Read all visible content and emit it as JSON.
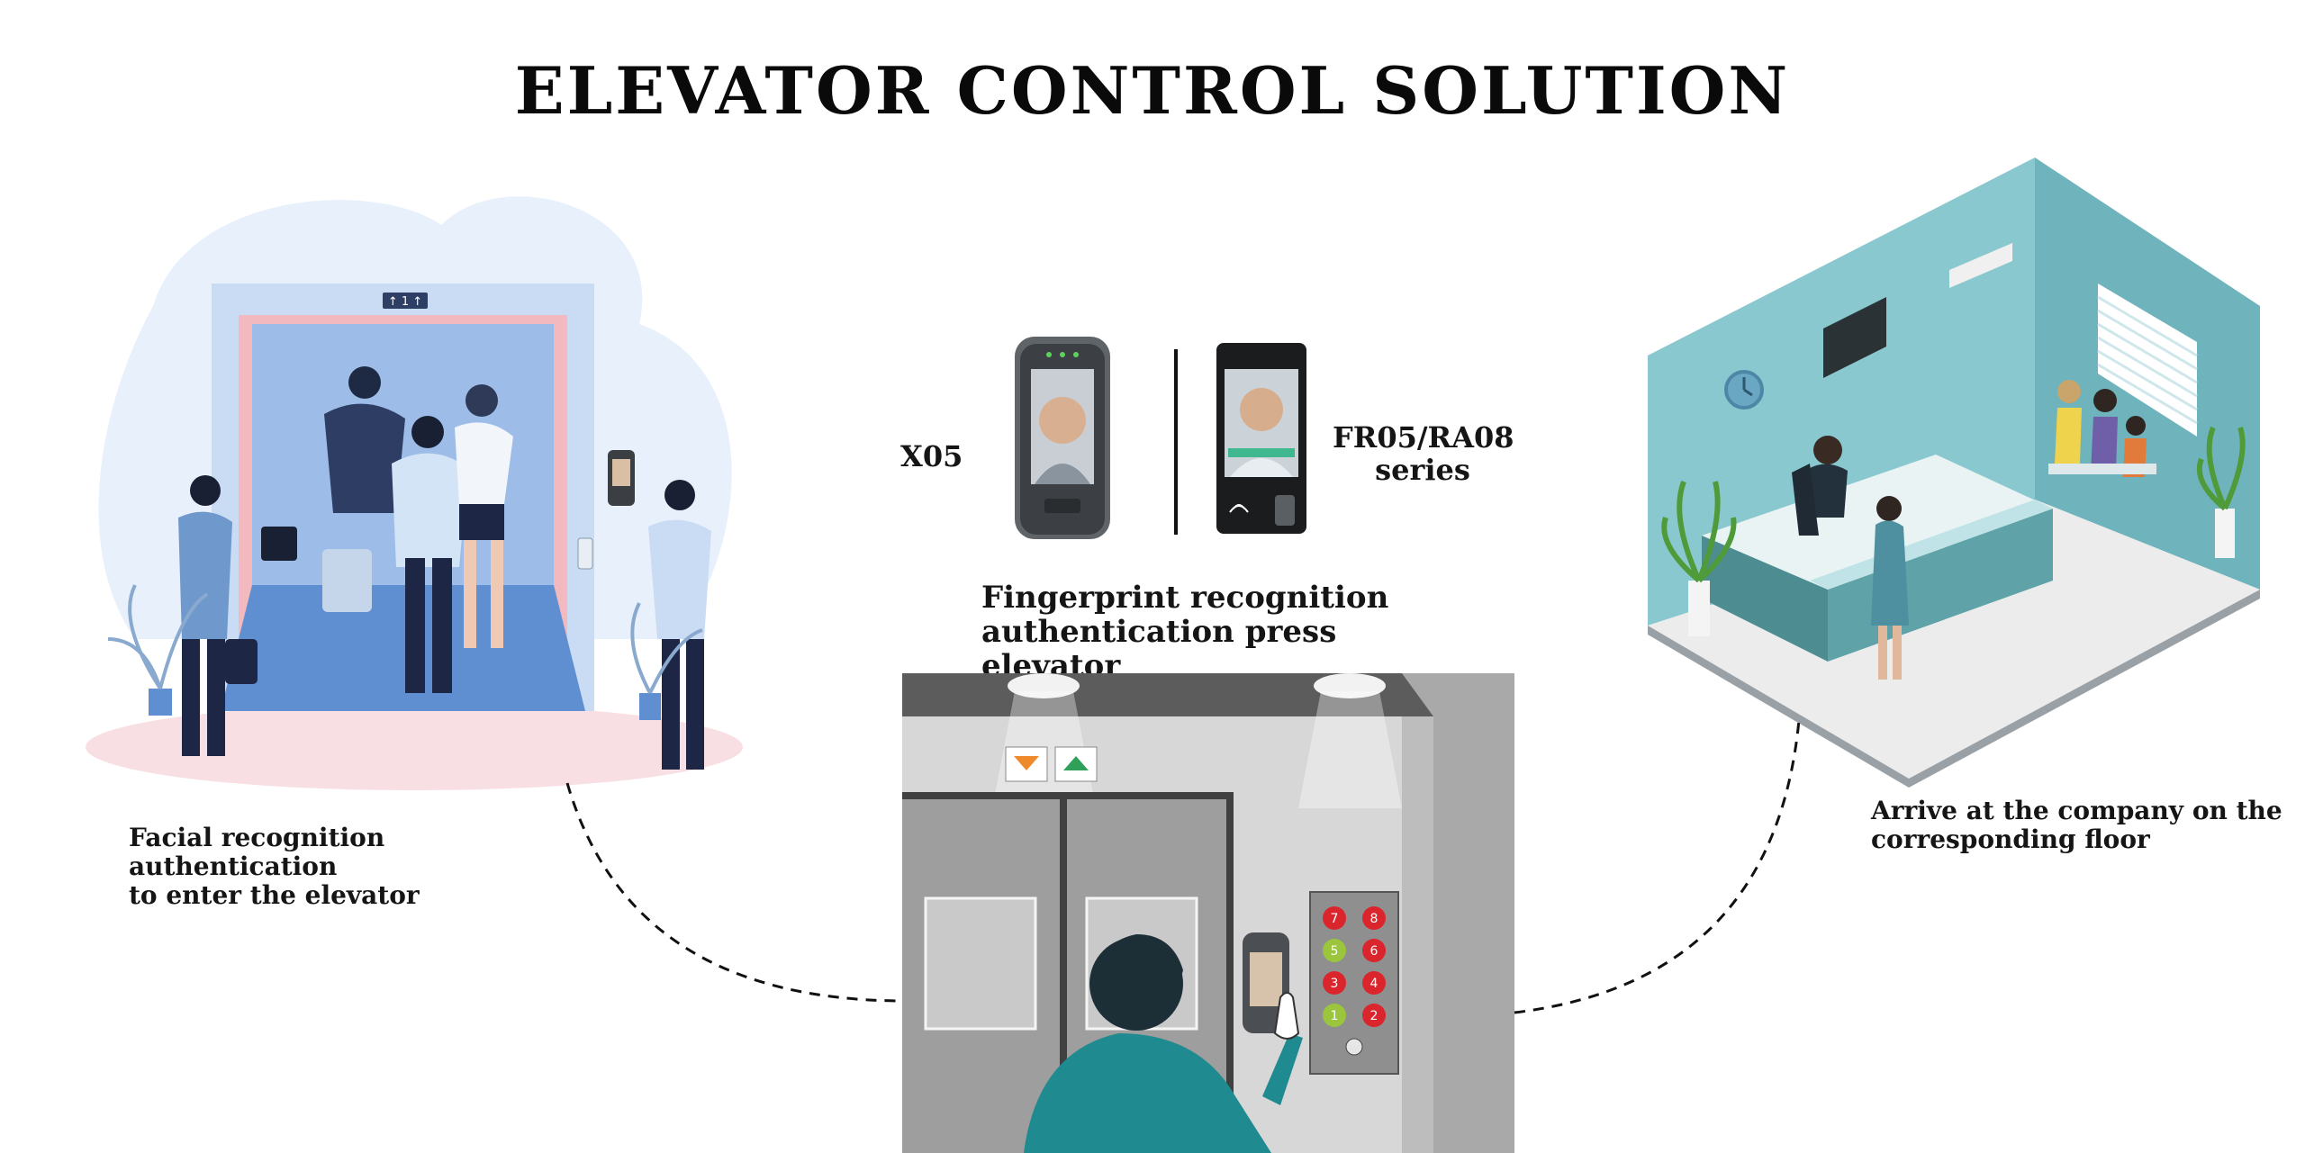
{
  "title": "ELEVATOR CONTROL SOLUTION",
  "captions": {
    "left_line1": "Facial recognition authentication",
    "left_line2": "to enter the elevator",
    "center_line1": "Fingerprint recognition",
    "center_line2": "authentication press elevator",
    "right_line1": "Arrive at the company on the",
    "right_line2": "corresponding floor"
  },
  "devices": {
    "device_a": "X05",
    "device_b_line1": "FR05/RA08",
    "device_b_line2": "series"
  },
  "elevator_display": "↑ 1 ↑",
  "keypad": [
    "7",
    "8",
    "5",
    "6",
    "3",
    "4",
    "1",
    "2"
  ],
  "colors": {
    "elevator_blue": "#5f8fd1",
    "room_teal": "#7fc3c9",
    "keypad_red": "#d9252b",
    "keypad_green": "#9bc53d",
    "shirt_teal": "#1f8a8f"
  },
  "icons": [
    "clock-icon",
    "arrow-down-icon",
    "arrow-up-icon",
    "fingerprint-icon"
  ]
}
